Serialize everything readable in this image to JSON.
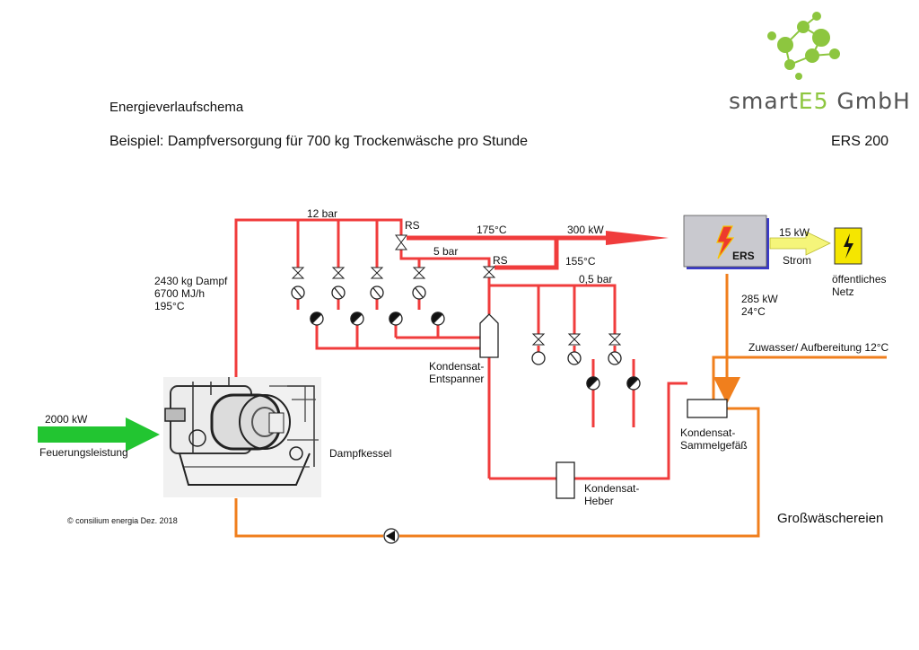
{
  "header": {
    "title": "Energieverlaufschema",
    "subtitle": "Beispiel: Dampfversorgung für 700 kg Trockenwäsche pro Stunde",
    "model": "ERS 200"
  },
  "logo": {
    "name_prefix": "smart",
    "name_accent": "E5",
    "name_suffix": " GmbH",
    "icon": "green-molecule-logo",
    "color": "#8dc63f"
  },
  "labels": {
    "pressure_12": "12 bar",
    "pressure_5": "5 bar",
    "pressure_05": "0,5 bar",
    "rs_1": "RS",
    "rs_2": "RS",
    "temp_175": "175°C",
    "temp_155": "155°C",
    "power_300": "300 kW",
    "power_15": "15 kW",
    "strom": "Strom",
    "grid": "öffentliches\nNetz",
    "ers": "ERS",
    "hot_water": "285 kW\n24°C",
    "make_up_water": "Zuwasser/ Aufbereitung 12°C",
    "steam": "2430 kg Dampf\n6700 MJ/h\n195°C",
    "firing_power": "2000 kW",
    "firing_label": "Feuerungsleistung",
    "boiler": "Dampfkessel",
    "flash_vessel": "Kondensat-\nEntspanner",
    "condensate_lifter": "Kondensat-\nHeber",
    "collection_vessel": "Kondensat-\nSammelgefäß",
    "laundry": "Großwäschereien",
    "copyright": "© consilium energia Dez. 2018"
  },
  "colors": {
    "steam_line": "#f03c3c",
    "water_line": "#f07f1d",
    "firing_arrow": "#22c531",
    "electric_arrow": "#f5f57a",
    "ers_box": "#c9c9cf",
    "ers_border": "#3a3ac8"
  }
}
